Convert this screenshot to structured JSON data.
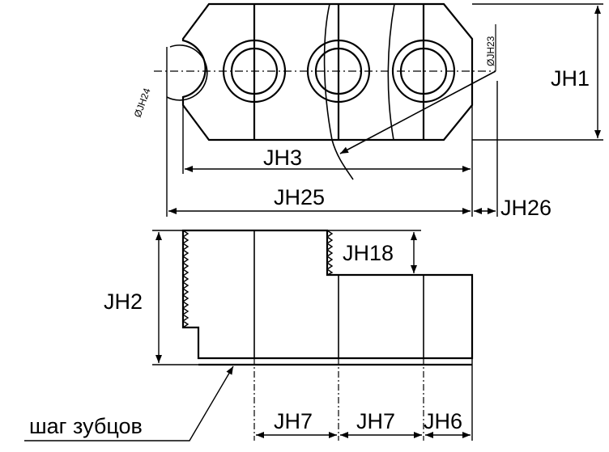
{
  "labels": {
    "jh1": "JH1",
    "jh2": "JH2",
    "jh3": "JH3",
    "jh6": "JH6",
    "jh7_left": "JH7",
    "jh7_right": "JH7",
    "jh18": "JH18",
    "jh23": "ØJH23",
    "jh24": "ØJH24",
    "jh25": "JH25",
    "jh26": "JH26",
    "tooth_pitch": "шаг зубцов"
  },
  "colors": {
    "line": "#000000",
    "background": "#ffffff"
  }
}
